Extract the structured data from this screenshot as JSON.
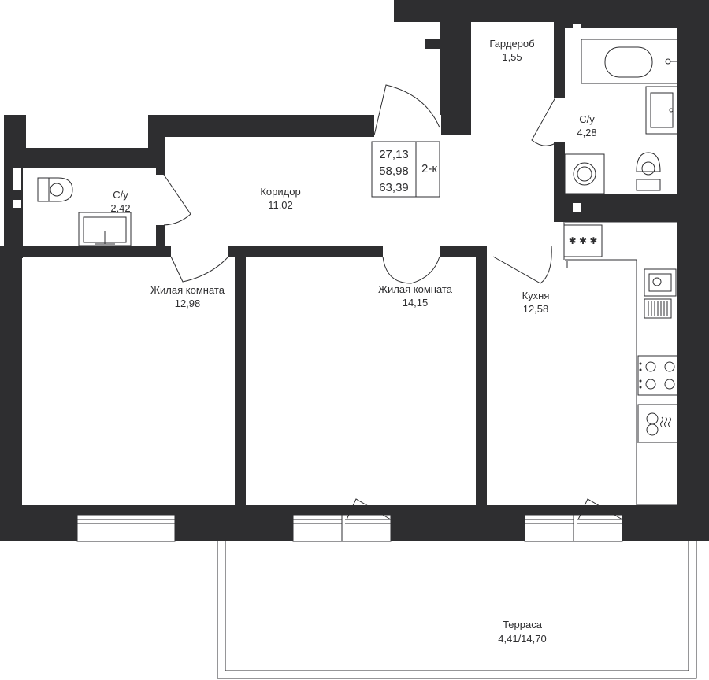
{
  "summary": {
    "area_living": "27,13",
    "area_total": "58,98",
    "area_with_terrace": "63,39",
    "rooms": "2-к"
  },
  "rooms": {
    "wardrobe": {
      "name": "Гардероб",
      "area": "1,55"
    },
    "bath_main": {
      "name": "С/у",
      "area": "4,28"
    },
    "bath_small": {
      "name": "С/у",
      "area": "2,42"
    },
    "corridor": {
      "name": "Коридор",
      "area": "11,02"
    },
    "living_1": {
      "name": "Жилая комната",
      "area": "12,98"
    },
    "living_2": {
      "name": "Жилая комната",
      "area": "14,15"
    },
    "kitchen": {
      "name": "Кухня",
      "area": "12,58"
    },
    "terrace": {
      "name": "Терраса",
      "area": "4,41/14,70"
    }
  },
  "stove_symbol": "✱ ✱ ✱",
  "colors": {
    "wall": "#2e2e30",
    "background": "#ffffff"
  }
}
